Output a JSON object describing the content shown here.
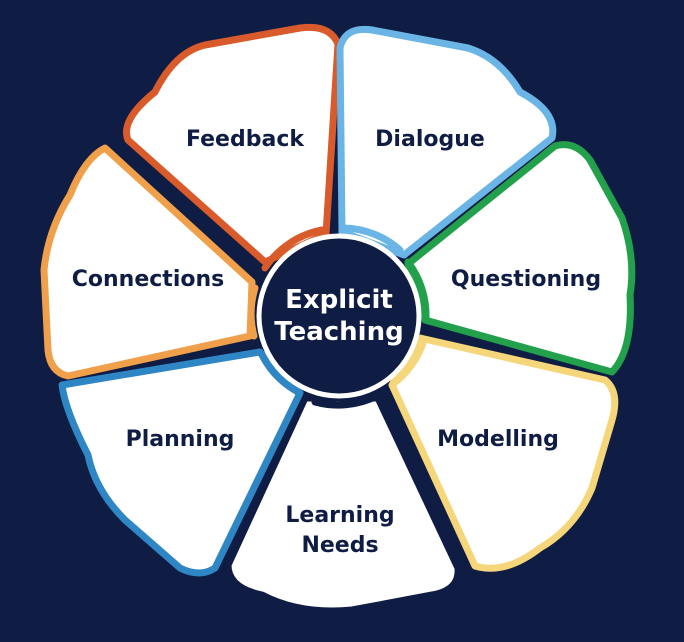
{
  "center": {
    "line1": "Explicit",
    "line2": "Teaching"
  },
  "colors": {
    "background": "#0f1c44",
    "petal_fill": "#ffffff",
    "center_fill": "#0f1c44",
    "feedback": "#d95a2b",
    "dialogue": "#6ab4e6",
    "questioning": "#22a04b",
    "modelling": "#f5d67a",
    "learning_needs": "#0f1c44",
    "planning": "#2f86c4",
    "connections": "#f0a04b"
  },
  "petals": [
    {
      "key": "feedback",
      "label": "Feedback"
    },
    {
      "key": "dialogue",
      "label": "Dialogue"
    },
    {
      "key": "questioning",
      "label": "Questioning"
    },
    {
      "key": "modelling",
      "label": "Modelling"
    },
    {
      "key": "learning_needs",
      "label_line1": "Learning",
      "label_line2": "Needs"
    },
    {
      "key": "planning",
      "label": "Planning"
    },
    {
      "key": "connections",
      "label": "Connections"
    }
  ]
}
